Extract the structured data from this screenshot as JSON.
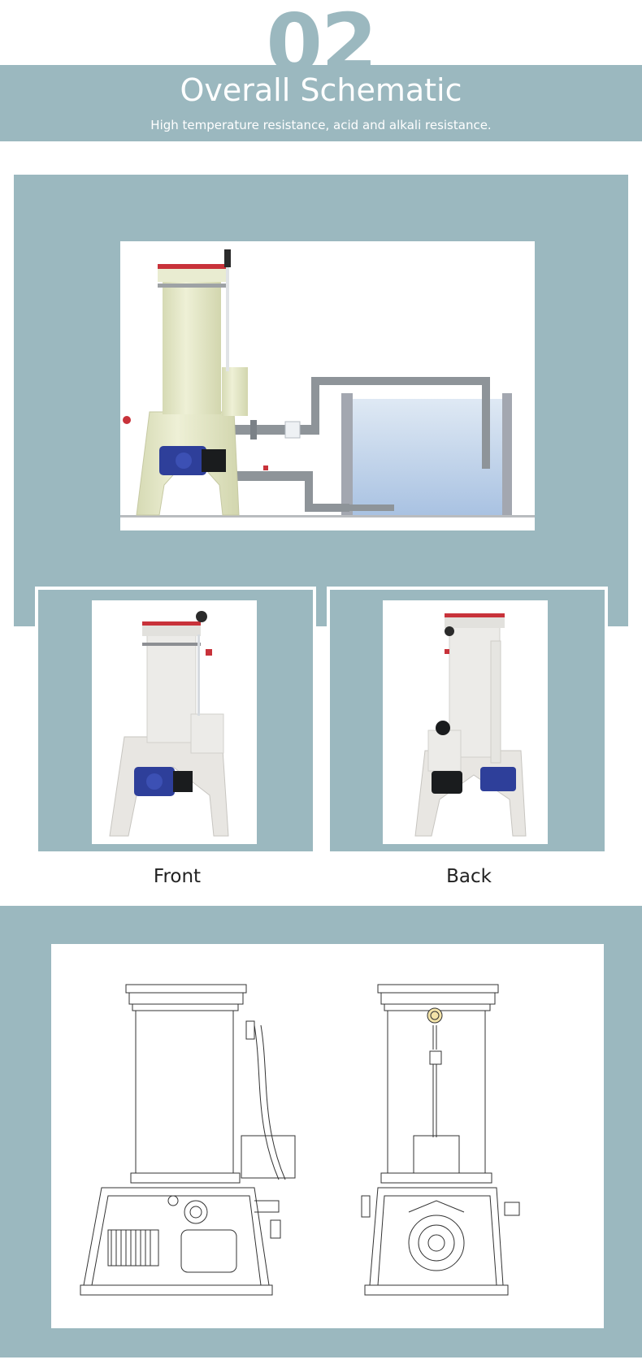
{
  "section": {
    "number": "02",
    "title": "Overall Schematic",
    "subtitle": "High temperature resistance, acid and alkali resistance."
  },
  "views": {
    "front_label": "Front",
    "back_label": "Back"
  },
  "colors": {
    "band": "#9bb8bf",
    "tank_body": "#e4e7c8",
    "flange_red": "#c8323a",
    "pipe_gray": "#8e9499",
    "motor_blue": "#2e3f9a",
    "water_blue": "#b7cbe6"
  }
}
